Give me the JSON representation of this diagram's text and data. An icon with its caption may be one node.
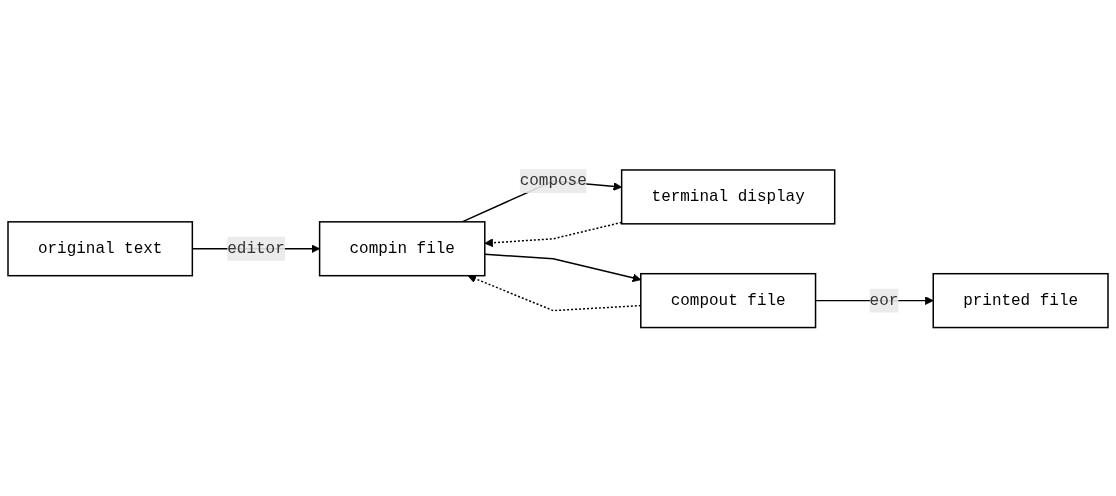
{
  "diagram": {
    "nodes": [
      {
        "text": [
          "original text"
        ]
      },
      {
        "text": [
          "compin file"
        ]
      },
      {
        "text": [
          "terminal display"
        ]
      },
      {
        "text": [
          "compout file"
        ]
      },
      {
        "text": [
          "printed file"
        ]
      }
    ],
    "edges": [
      {
        "from": 0,
        "to": 1,
        "arrow": "to",
        "label": "editor"
      },
      {
        "from": 1,
        "to": 2,
        "arrow": "to",
        "label": "compose"
      },
      {
        "from": 1,
        "to": 3,
        "arrow": "to"
      },
      {
        "from": 2,
        "to": 1,
        "arrow": "to",
        "style": "dashed"
      },
      {
        "from": 3,
        "to": 1,
        "arrow": "to",
        "style": "dashed"
      },
      {
        "from": 3,
        "to": 4,
        "arrow": "to",
        "label": "eor"
      }
    ]
  }
}
